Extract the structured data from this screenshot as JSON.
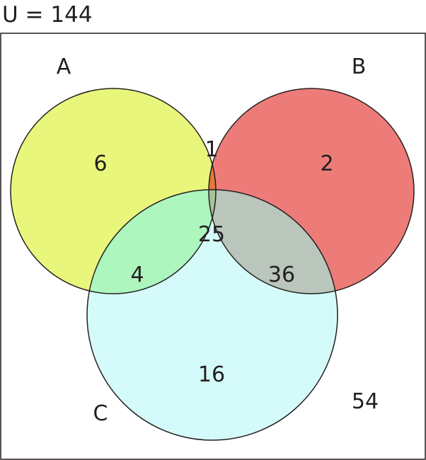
{
  "universe": {
    "label": "U = 144",
    "outside_count": "54"
  },
  "sets": {
    "A": {
      "name": "A",
      "color": "#e9f67c"
    },
    "B": {
      "name": "B",
      "color": "#ed7c79"
    },
    "C": {
      "name": "C",
      "color": "#d4fbf9"
    }
  },
  "regions": {
    "A_only": {
      "count": "6",
      "color": "#e9f67c"
    },
    "B_only": {
      "count": "2",
      "color": "#ed7c79"
    },
    "C_only": {
      "count": "16",
      "color": "#d4fbf9"
    },
    "A_and_B_only": {
      "count": "1",
      "color": "#e57a35"
    },
    "A_and_C_only": {
      "count": "4",
      "color": "#adf6be"
    },
    "B_and_C_only": {
      "count": "36",
      "color": "#bac6bc"
    },
    "A_and_B_and_C": {
      "count": "25",
      "color": "#a7c296"
    }
  }
}
